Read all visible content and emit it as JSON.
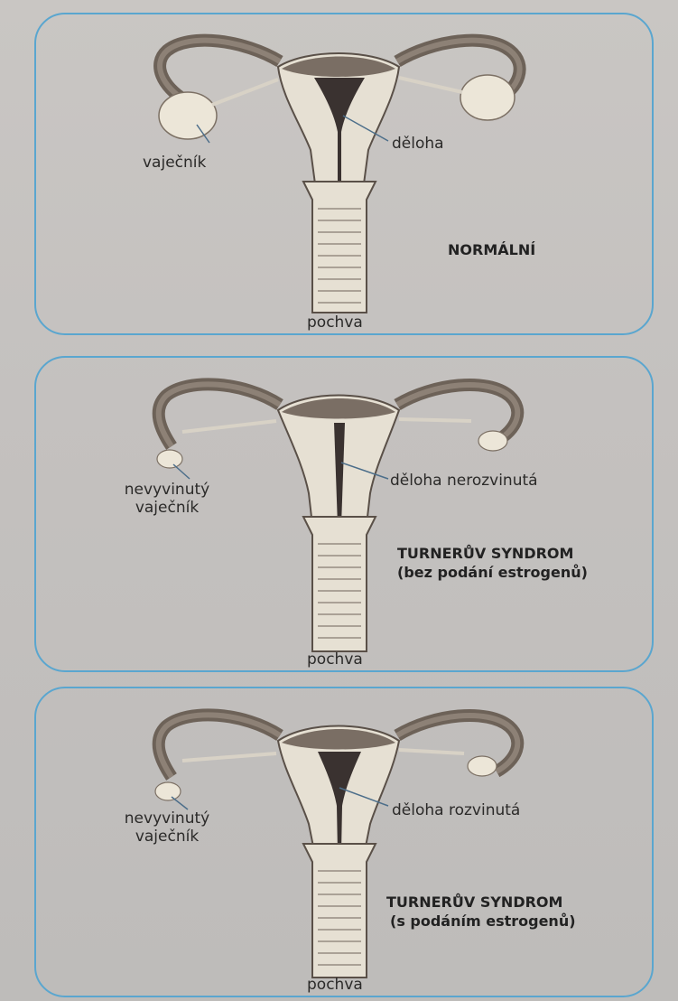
{
  "panels": [
    {
      "id": "normal",
      "ovary_label": "vaječník",
      "uterus_label": "děloha",
      "vagina_label": "pochva",
      "title": "NORMÁLNÍ",
      "subtitle": ""
    },
    {
      "id": "turner-untreated",
      "ovary_label": "nevyvinutý vaječník",
      "uterus_label": "děloha nerozvinutá",
      "vagina_label": "pochva",
      "title": "TURNERŮV SYNDROM",
      "subtitle": "(bez podání estrogenů)"
    },
    {
      "id": "turner-treated",
      "ovary_label": "nevyvinutý vaječník",
      "uterus_label": "děloha rozvinutá",
      "vagina_label": "pochva",
      "title": "TURNERŮV SYNDROM",
      "subtitle": "(s podáním estrogenů)"
    }
  ],
  "colors": {
    "border": "#5aa6cf",
    "tissue_dark": "#6d6258",
    "tissue_light": "#e6e0d3",
    "cavity": "#3a3230",
    "ovary": "#ece6d8"
  }
}
